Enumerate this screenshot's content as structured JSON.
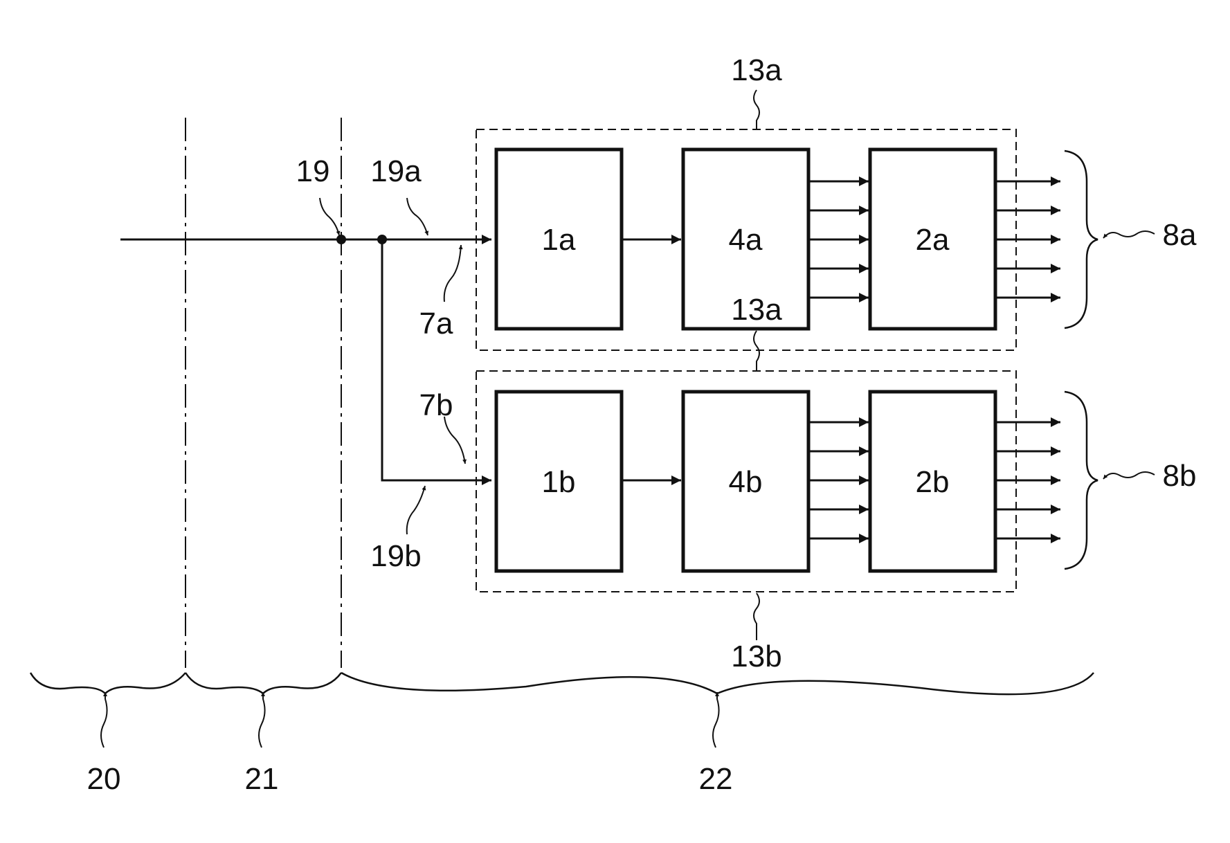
{
  "blocks": {
    "b1a": "1a",
    "b4a": "4a",
    "b2a": "2a",
    "b1b": "1b",
    "b4b": "4b",
    "b2b": "2b"
  },
  "labels": {
    "l13a_top": "13a",
    "l13a_mid": "13a",
    "l13b": "13b",
    "l19": "19",
    "l19a": "19a",
    "l19b": "19b",
    "l7a": "7a",
    "l7b": "7b",
    "l8a": "8a",
    "l8b": "8b",
    "l20": "20",
    "l21": "21",
    "l22": "22"
  }
}
